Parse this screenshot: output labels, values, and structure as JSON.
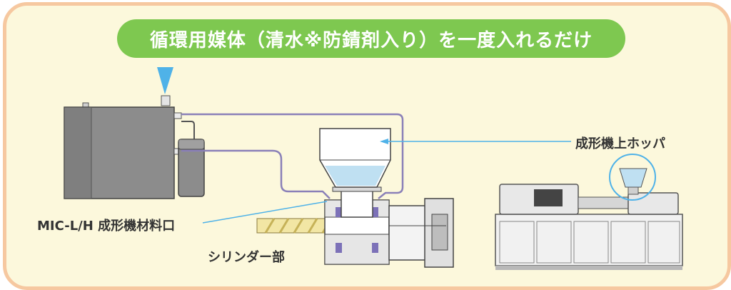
{
  "banner": {
    "text": "循環用媒体（清水※防錆剤入り）を一度入れるだけ"
  },
  "labels": {
    "hopper": "成形機上ホッパ",
    "inlet": "MIC-L/H 成形機材料口",
    "cylinder": "シリンダー部"
  },
  "colors": {
    "frame_border": "#f6c8a0",
    "background": "#fcf8dc",
    "banner": "#7ec850",
    "pointer": "#4fb2e8",
    "pipe": "#8a80b8",
    "screw": "#f2e6a4",
    "seal": "#7c71b8",
    "water": "#bfe0f2"
  }
}
